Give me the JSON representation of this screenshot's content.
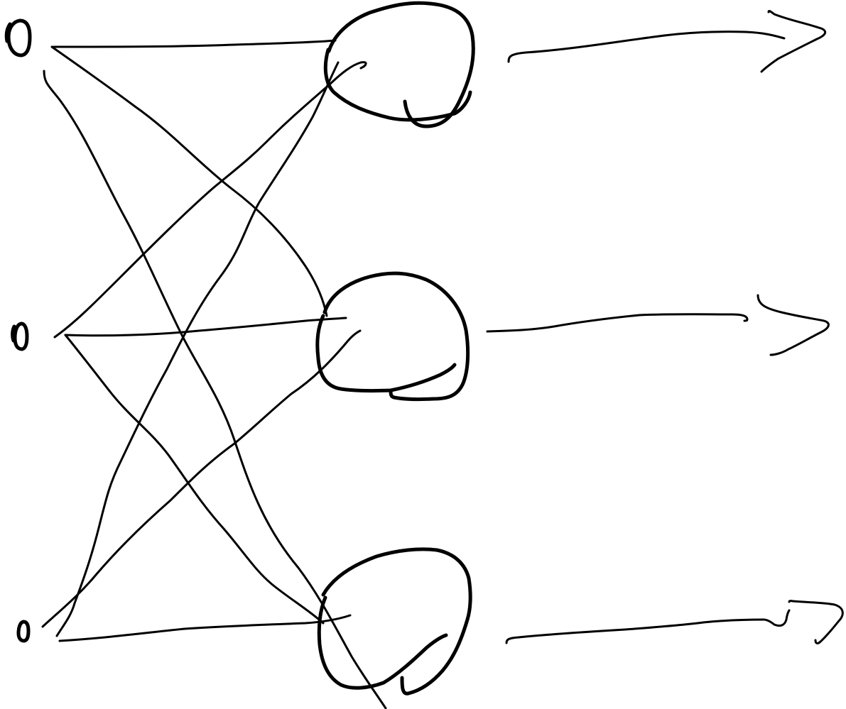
{
  "diagram": {
    "kind": "hand-drawn neural network sketch",
    "stroke_color": "#000000",
    "background_color": "#ffffff",
    "input_nodes": [
      {
        "id": "input-1",
        "shape": "small-zero-mark"
      },
      {
        "id": "input-2",
        "shape": "small-zero-mark"
      },
      {
        "id": "input-3",
        "shape": "small-zero-mark"
      }
    ],
    "neurons": [
      {
        "id": "neuron-1"
      },
      {
        "id": "neuron-2"
      },
      {
        "id": "neuron-3"
      }
    ],
    "connections": [
      {
        "from": "input-1",
        "to": "neuron-1"
      },
      {
        "from": "input-1",
        "to": "neuron-2"
      },
      {
        "from": "input-1",
        "to": "neuron-3"
      },
      {
        "from": "input-2",
        "to": "neuron-1"
      },
      {
        "from": "input-2",
        "to": "neuron-2"
      },
      {
        "from": "input-2",
        "to": "neuron-3"
      },
      {
        "from": "input-3",
        "to": "neuron-1"
      },
      {
        "from": "input-3",
        "to": "neuron-2"
      },
      {
        "from": "input-3",
        "to": "neuron-3"
      }
    ],
    "outputs": [
      {
        "from": "neuron-1",
        "shape": "arrow"
      },
      {
        "from": "neuron-2",
        "shape": "arrow"
      },
      {
        "from": "neuron-3",
        "shape": "arrow"
      }
    ]
  }
}
